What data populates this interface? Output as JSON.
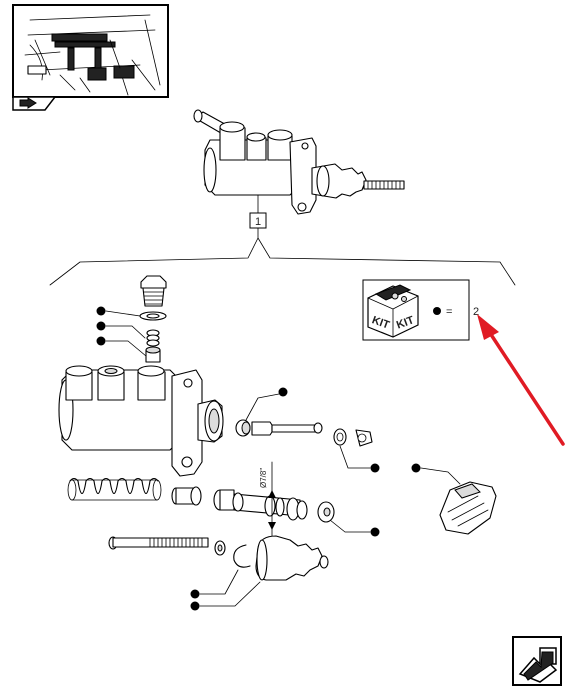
{
  "assembly_label": "1",
  "kit_equals": "=",
  "kit_quantity": "2",
  "kit_box_text_left": "KIT",
  "kit_box_text_right": "KIT",
  "dimension_label": "Ø7/8\"",
  "colors": {
    "arrow": "#e01b24",
    "line": "#000000",
    "background": "#ffffff"
  },
  "icons": {
    "top_left": "tractor-pedals-thumbnail-icon",
    "thumbnail_arrow": "navigation-arrow-icon",
    "bottom_right": "next-page-arrow-icon",
    "kit": "kit-box-icon"
  }
}
